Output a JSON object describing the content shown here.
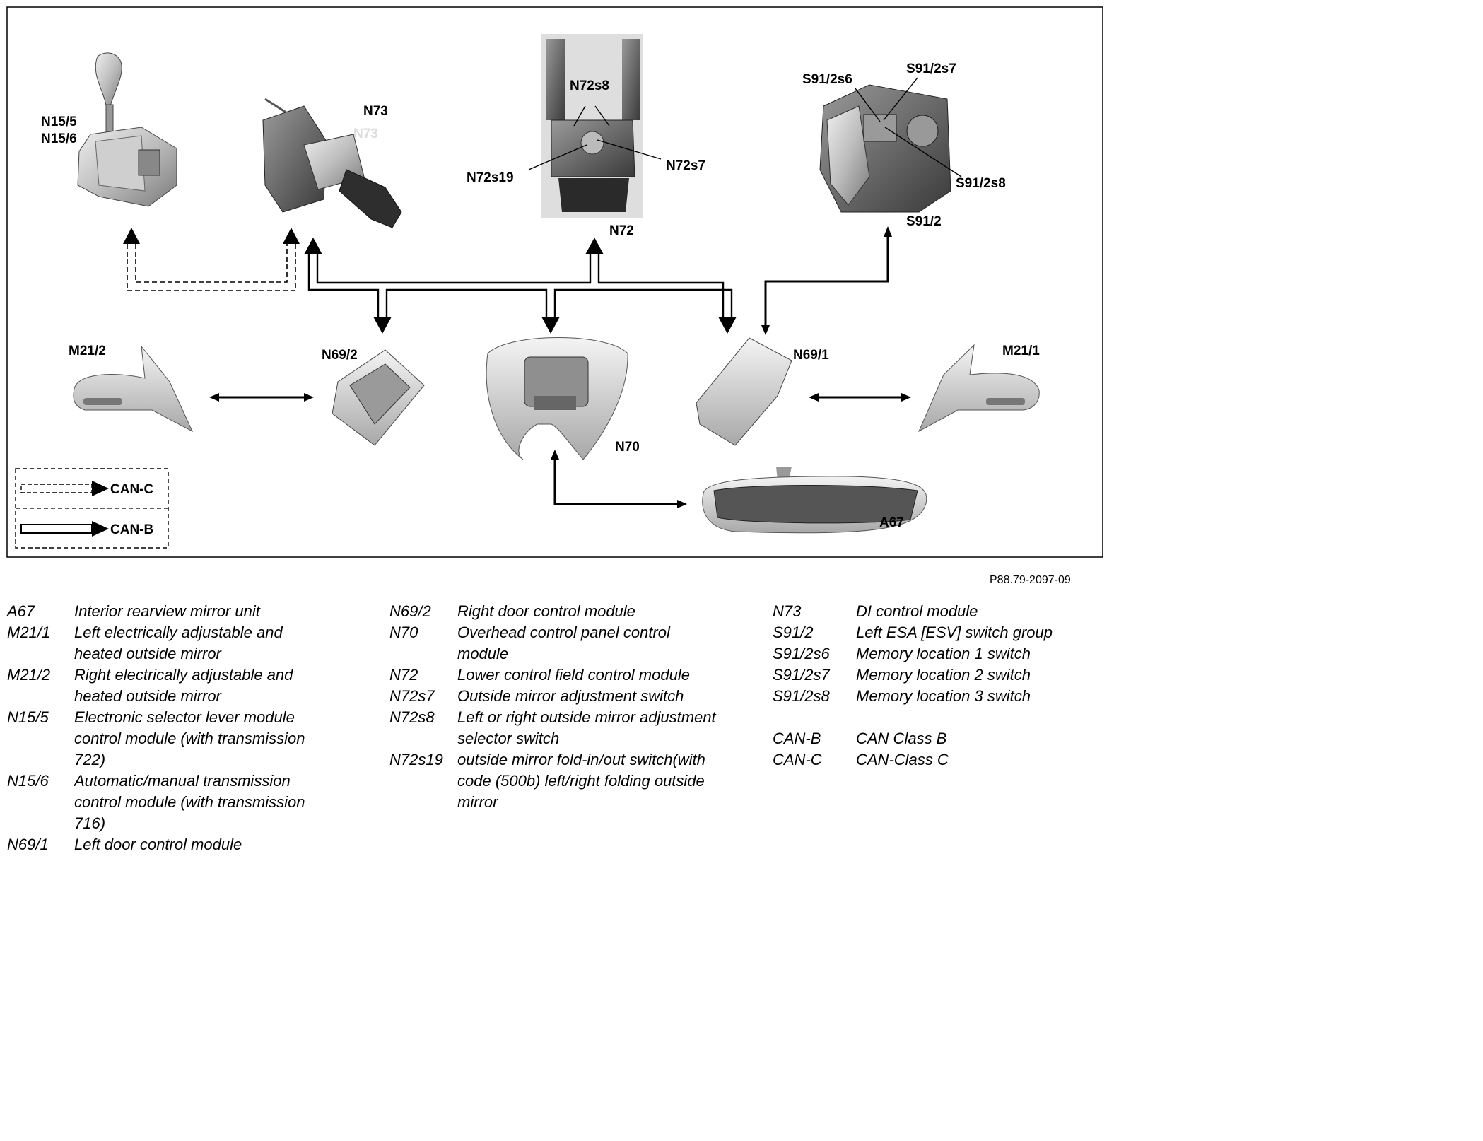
{
  "figure_id": "P88.79-2097-09",
  "labels": {
    "n15_5": "N15/5",
    "n15_6": "N15/6",
    "n73": "N73",
    "n73_ghost": "N73",
    "n72s8": "N72s8",
    "n72s19": "N72s19",
    "n72s7": "N72s7",
    "n72": "N72",
    "s91_2s6": "S91/2s6",
    "s91_2s7": "S91/2s7",
    "s91_2s8": "S91/2s8",
    "s91_2": "S91/2",
    "m21_2": "M21/2",
    "n69_2": "N69/2",
    "n69_1": "N69/1",
    "m21_1": "M21/1",
    "n70": "N70",
    "a67": "A67"
  },
  "bus_legend": {
    "can_c": "CAN-C",
    "can_b": "CAN-B"
  },
  "legend": {
    "col1": [
      {
        "code": "A67",
        "desc": "Interior rearview mirror unit"
      },
      {
        "code": "M21/1",
        "desc": "Left electrically adjustable and heated outside mirror"
      },
      {
        "code": "M21/2",
        "desc": "Right electrically adjustable and heated outside mirror"
      },
      {
        "code": "N15/5",
        "desc": "Electronic selector lever module control module (with transmission 722)"
      },
      {
        "code": "N15/6",
        "desc": "Automatic/manual transmission control module (with transmission 716)"
      },
      {
        "code": "N69/1",
        "desc": "Left door control module"
      }
    ],
    "col2": [
      {
        "code": "N69/2",
        "desc": "Right door control module"
      },
      {
        "code": "N70",
        "desc": "Overhead control panel control module"
      },
      {
        "code": "N72",
        "desc": "Lower control field control module"
      },
      {
        "code": "N72s7",
        "desc": "Outside mirror adjustment switch"
      },
      {
        "code": "N72s8",
        "desc": "Left or right outside mirror adjustment selector switch"
      },
      {
        "code": "N72s19",
        "desc": "outside mirror fold-in/out switch(with code (500b) left/right folding outside mirror"
      }
    ],
    "col3": [
      {
        "code": "N73",
        "desc": "DI control module"
      },
      {
        "code": "S91/2",
        "desc": "Left ESA [ESV] switch group"
      },
      {
        "code": "S91/2s6",
        "desc": "Memory location 1 switch"
      },
      {
        "code": "S91/2s7",
        "desc": "Memory location 2 switch"
      },
      {
        "code": "S91/2s8",
        "desc": "Memory location 3 switch"
      }
    ],
    "col3_bus": [
      {
        "code": "CAN-B",
        "desc": "CAN Class B"
      },
      {
        "code": "CAN-C",
        "desc": "CAN-Class C"
      }
    ]
  },
  "colors": {
    "line": "#000000",
    "component_fill": "#c9c9c9",
    "component_dark": "#555555",
    "panel_bg": "#e6e6e6"
  }
}
